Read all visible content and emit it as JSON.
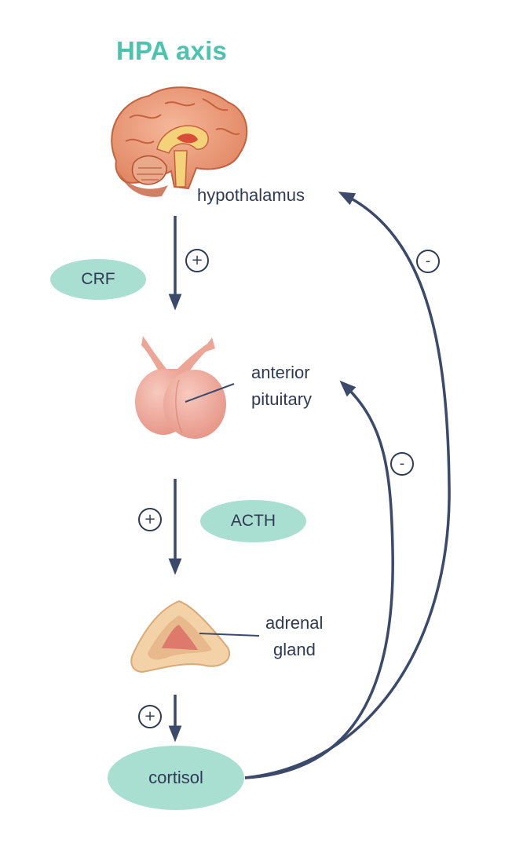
{
  "title": "HPA axis",
  "nodes": {
    "hypothalamus": "hypothalamus",
    "anterior_pituitary": [
      "anterior",
      "pituitary"
    ],
    "adrenal_gland": [
      "adrenal",
      "gland"
    ]
  },
  "hormones": {
    "crf": "CRF",
    "acth": "ACTH",
    "cortisol": "cortisol"
  },
  "signs": {
    "stimulate": "+",
    "inhibit": "-"
  },
  "colors": {
    "title": "#4cc4ad",
    "pill_fill": "#a9dfd1",
    "arrow": "#3b4a6b",
    "text": "#2f3a55"
  },
  "icons": [
    "brain-illustration",
    "pituitary-gland-illustration",
    "adrenal-gland-illustration"
  ]
}
